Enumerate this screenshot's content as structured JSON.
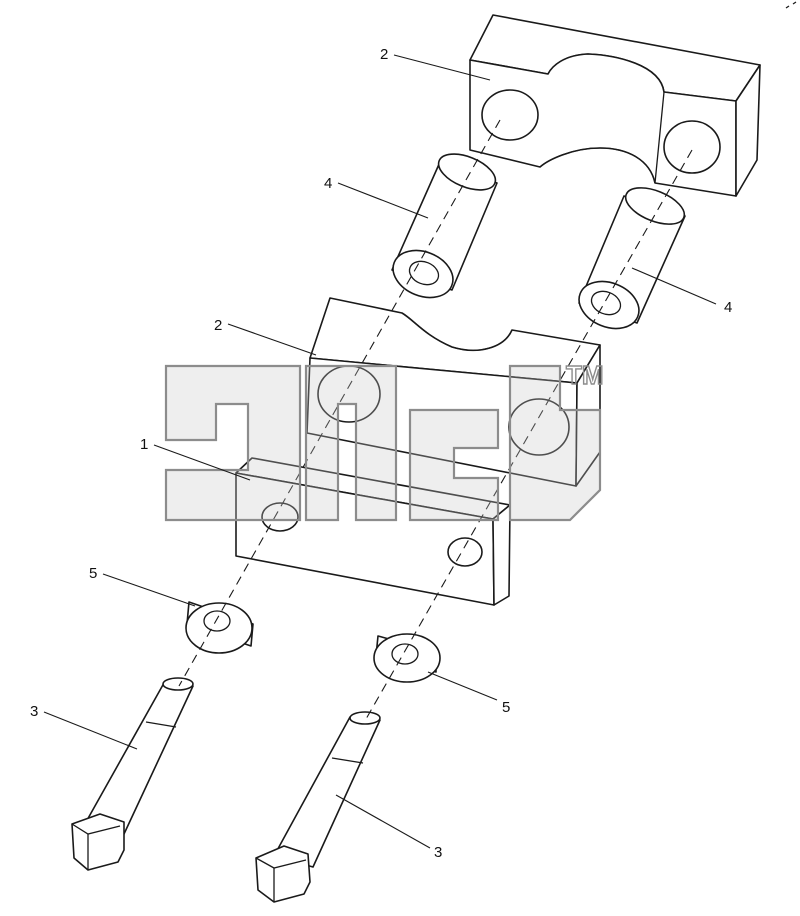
{
  "callouts": [
    {
      "id": "c2a",
      "label": "2"
    },
    {
      "id": "c4a",
      "label": "4"
    },
    {
      "id": "c4b",
      "label": "4"
    },
    {
      "id": "c2b",
      "label": "2"
    },
    {
      "id": "c1",
      "label": "1"
    },
    {
      "id": "c5a",
      "label": "5"
    },
    {
      "id": "c5b",
      "label": "5"
    },
    {
      "id": "c3a",
      "label": "3"
    },
    {
      "id": "c3b",
      "label": "3"
    }
  ],
  "watermark": {
    "brand_icon": "brand-logo-watermark",
    "trademark": "TM",
    "color": "#8c8c8c"
  },
  "colors": {
    "line": "#1a1a1a",
    "background": "#ffffff"
  }
}
